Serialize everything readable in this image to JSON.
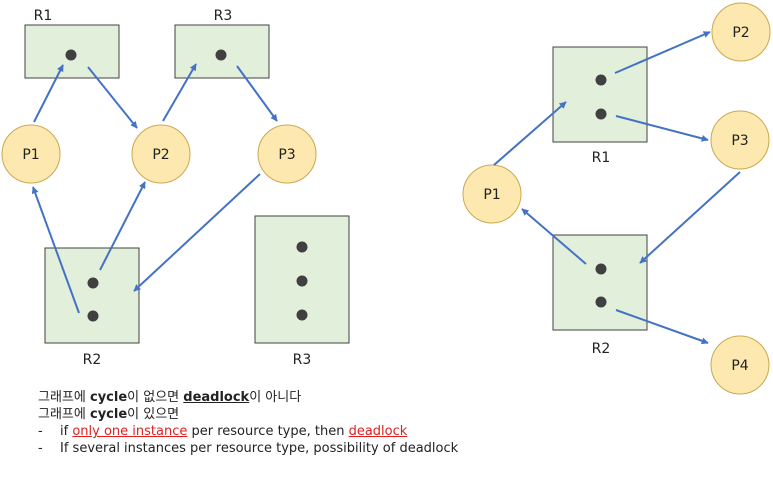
{
  "left_graph": {
    "labels": {
      "R1_top": "R1",
      "R3_top": "R3",
      "P1": "P1",
      "P2": "P2",
      "P3": "P3",
      "R2": "R2",
      "R3_bottom": "R3"
    }
  },
  "right_graph": {
    "labels": {
      "P1": "P1",
      "P2": "P2",
      "P3": "P3",
      "P4": "P4",
      "R1": "R1",
      "R2": "R2"
    }
  },
  "notes": {
    "line1": {
      "a": "그래프에 ",
      "b": "cycle",
      "c": "이 없으면 ",
      "d": "deadlock",
      "e": "이 아니다"
    },
    "line2": {
      "a": "그래프에 ",
      "b": "cycle",
      "c": "이 있으면"
    },
    "line3": {
      "dash": "-",
      "a": "if ",
      "b": "only one instance",
      "c": " per resource type, then ",
      "d": "deadlock"
    },
    "line4": {
      "dash": "-",
      "a": "If several instances per resource type, possibility of deadlock"
    }
  },
  "colors": {
    "resource_fill": "#e2efda",
    "process_fill": "#fde9b0",
    "arrow": "#4472c4",
    "dot": "#404040",
    "highlight": "#e02020"
  }
}
